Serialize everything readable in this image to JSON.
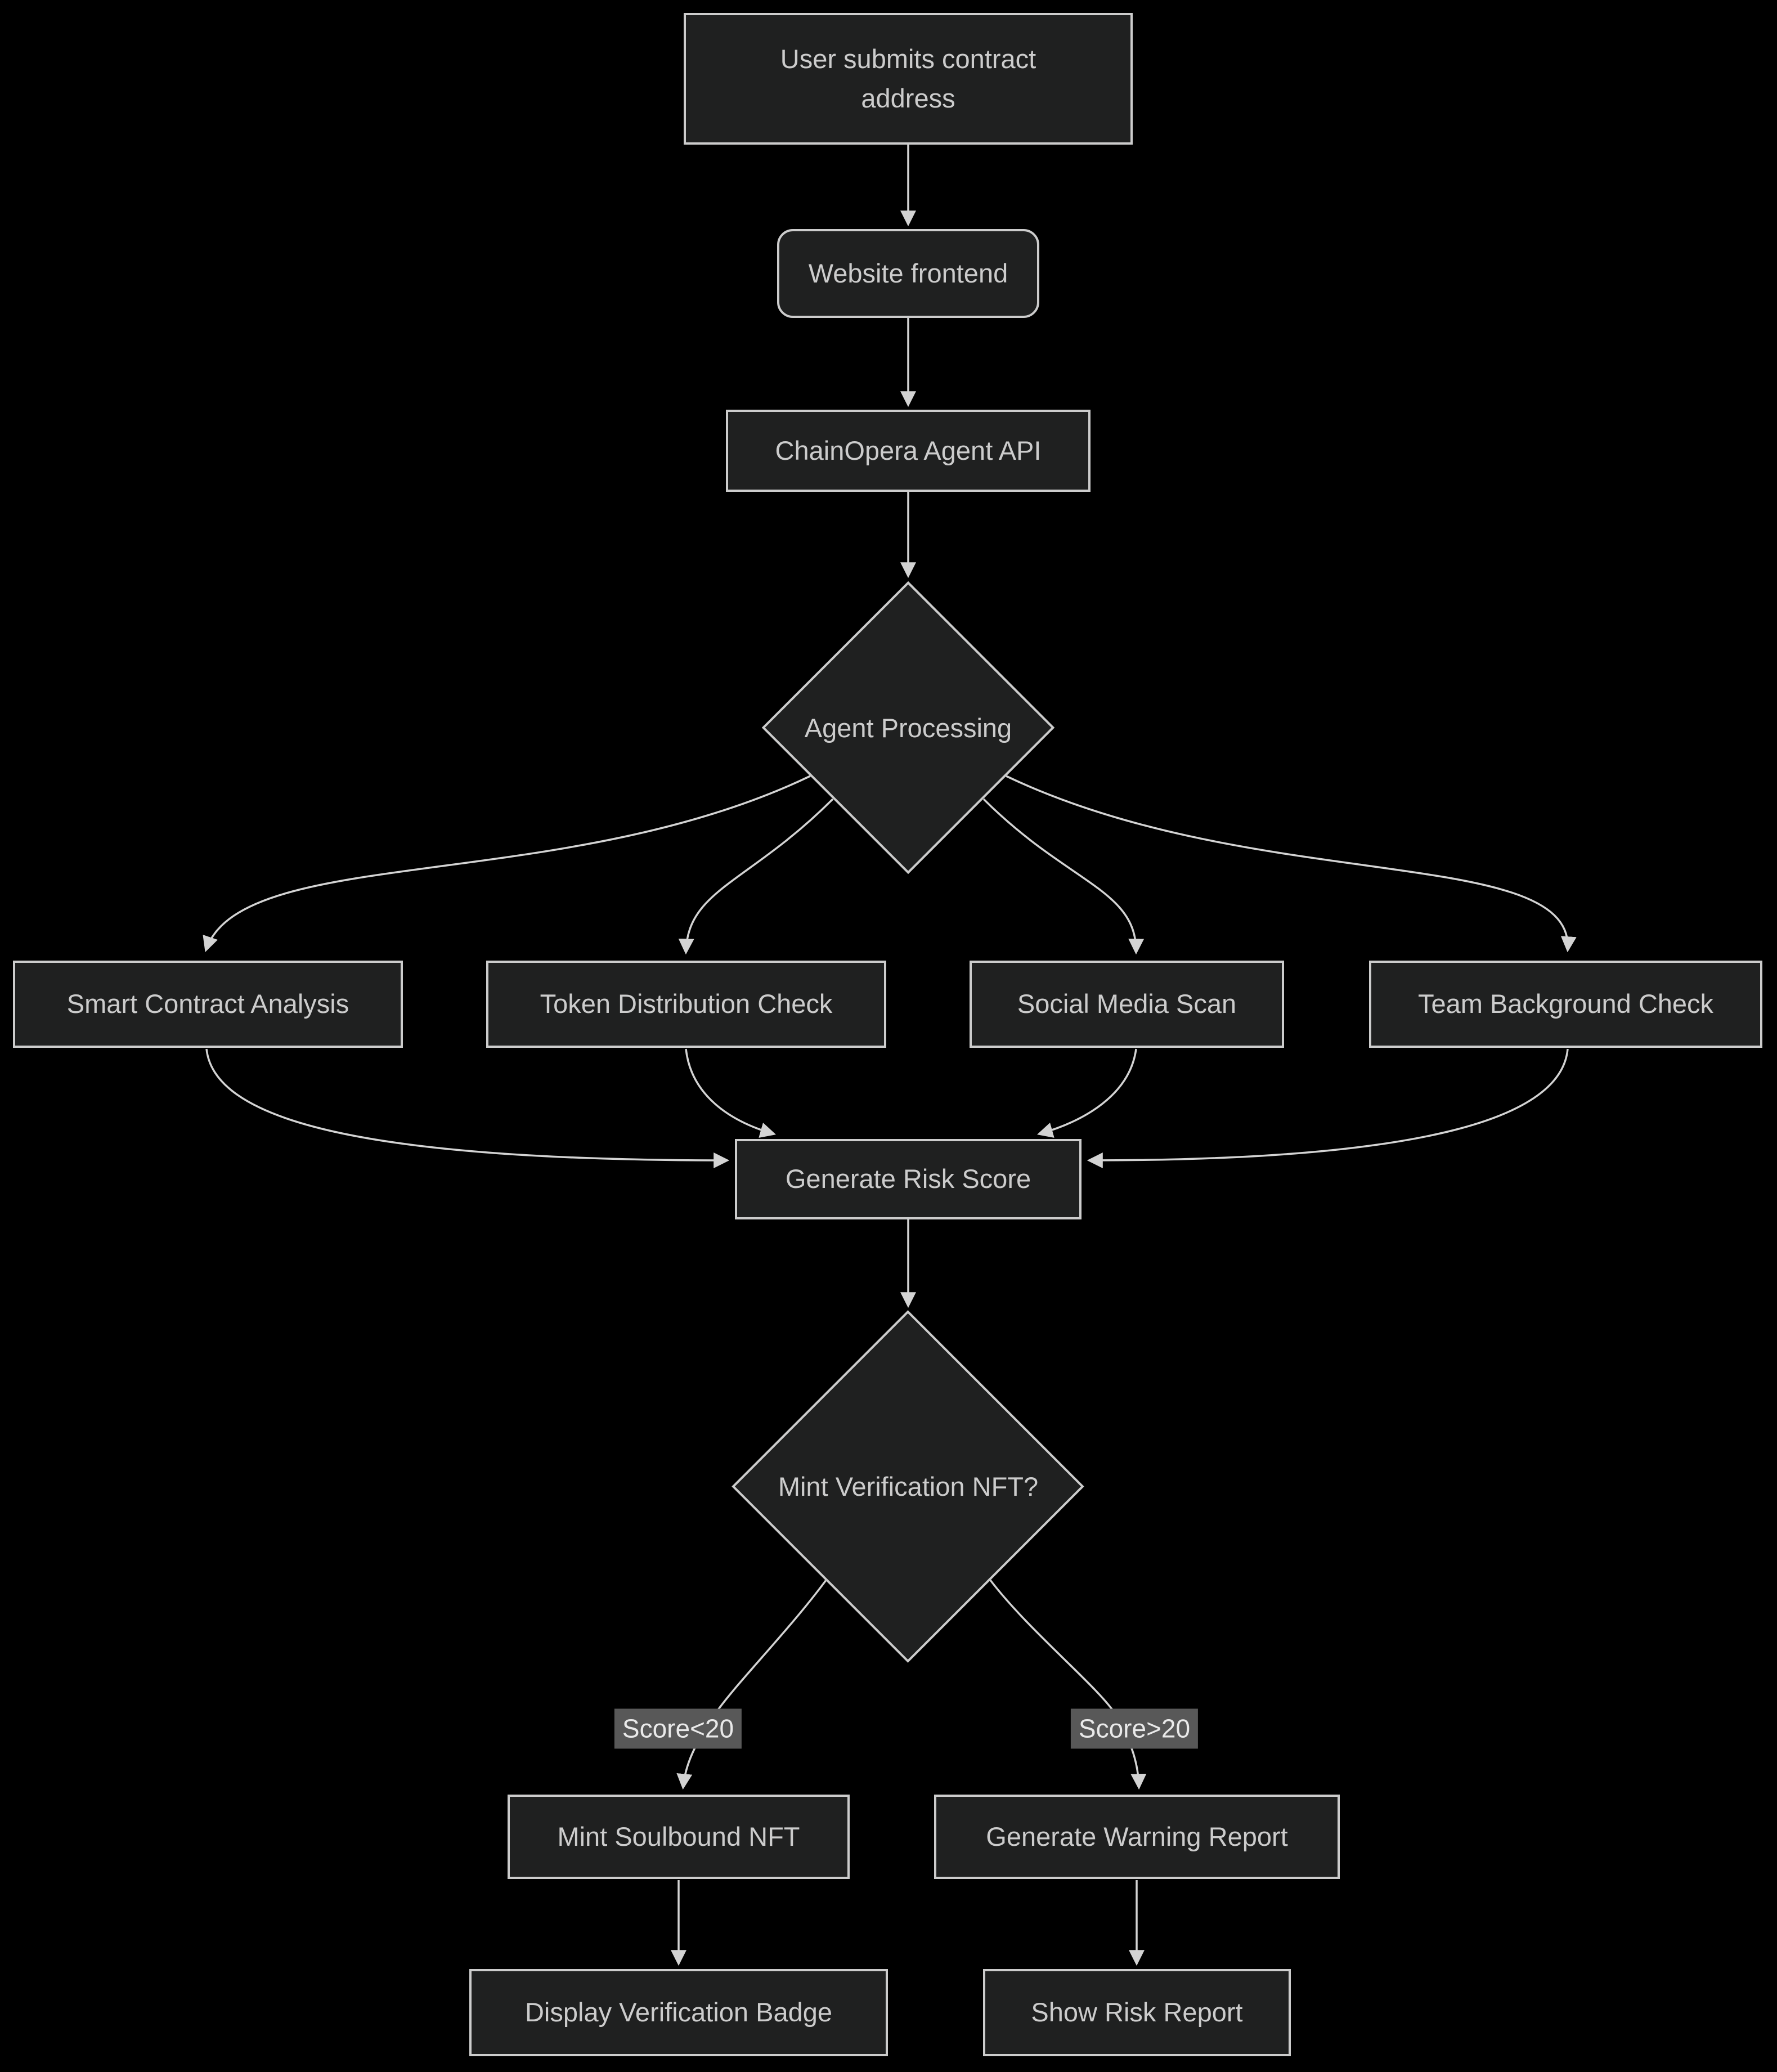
{
  "diagram": {
    "type": "flowchart-top-down",
    "colors": {
      "background": "#000000",
      "node_fill": "#1f2020",
      "node_border": "#cccccc",
      "node_text": "#cccccc",
      "edge_stroke": "#d3d3d3",
      "edge_label_bg": "#585858",
      "edge_label_text": "#e9e9e9"
    },
    "nodes": {
      "user_submit": "User submits contract address",
      "frontend": "Website frontend",
      "agent_api": "ChainOpera Agent API",
      "agent_processing": "Agent Processing",
      "smart_contract": "Smart Contract Analysis",
      "token_distribution": "Token Distribution Check",
      "social_media": "Social Media Scan",
      "team_background": "Team Background Check",
      "risk_score": "Generate Risk Score",
      "mint_decision": "Mint Verification NFT?",
      "mint_nft": "Mint Soulbound NFT",
      "warning_report": "Generate Warning Report",
      "verification_badge": "Display Verification Badge",
      "risk_report": "Show Risk Report"
    },
    "edge_labels": {
      "score_low": "Score<20",
      "score_high": "Score>20"
    }
  }
}
